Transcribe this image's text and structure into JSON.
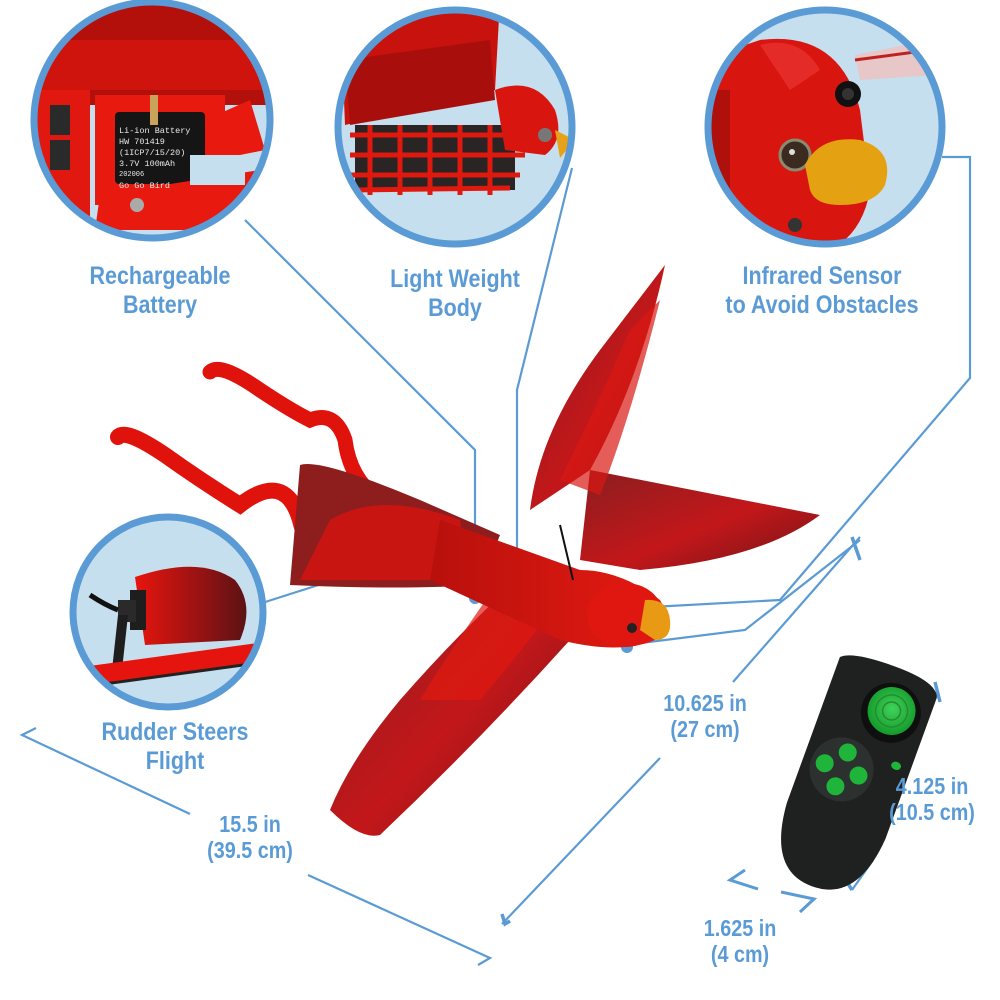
{
  "colors": {
    "accent_blue": "#5b9bd5",
    "circle_fill": "#c5dfee",
    "bird_red": "#d7140f",
    "bird_dark_red": "#7a1a1c",
    "beak_orange": "#e99a14",
    "remote_black": "#1e2120",
    "remote_green": "#1fb53a"
  },
  "features": [
    {
      "id": "battery",
      "lines": [
        "Rechargeable",
        "Battery"
      ],
      "icon": "battery-closeup-image"
    },
    {
      "id": "body",
      "lines": [
        "Light Weight",
        "Body"
      ],
      "icon": "body-frame-closeup-image"
    },
    {
      "id": "sensor",
      "lines": [
        "Infrared Sensor",
        "to Avoid Obstacles"
      ],
      "icon": "bird-head-closeup-image"
    },
    {
      "id": "rudder",
      "lines": [
        "Rudder Steers",
        "Flight"
      ],
      "icon": "rudder-closeup-image"
    }
  ],
  "battery_label": {
    "lines": [
      "Li-ion Battery",
      "HW 701419",
      "(1ICP7/15/20)",
      "3.7V 100mAh",
      "202006",
      "Go Go Bird"
    ]
  },
  "dimensions": {
    "wingspan": {
      "imperial": "15.5 in",
      "metric": "(39.5 cm)"
    },
    "length": {
      "imperial": "10.625 in",
      "metric": "(27 cm)"
    },
    "remote_length": {
      "imperial": "4.125 in",
      "metric": "(10.5 cm)"
    },
    "remote_width": {
      "imperial": "1.625 in",
      "metric": "(4 cm)"
    }
  }
}
